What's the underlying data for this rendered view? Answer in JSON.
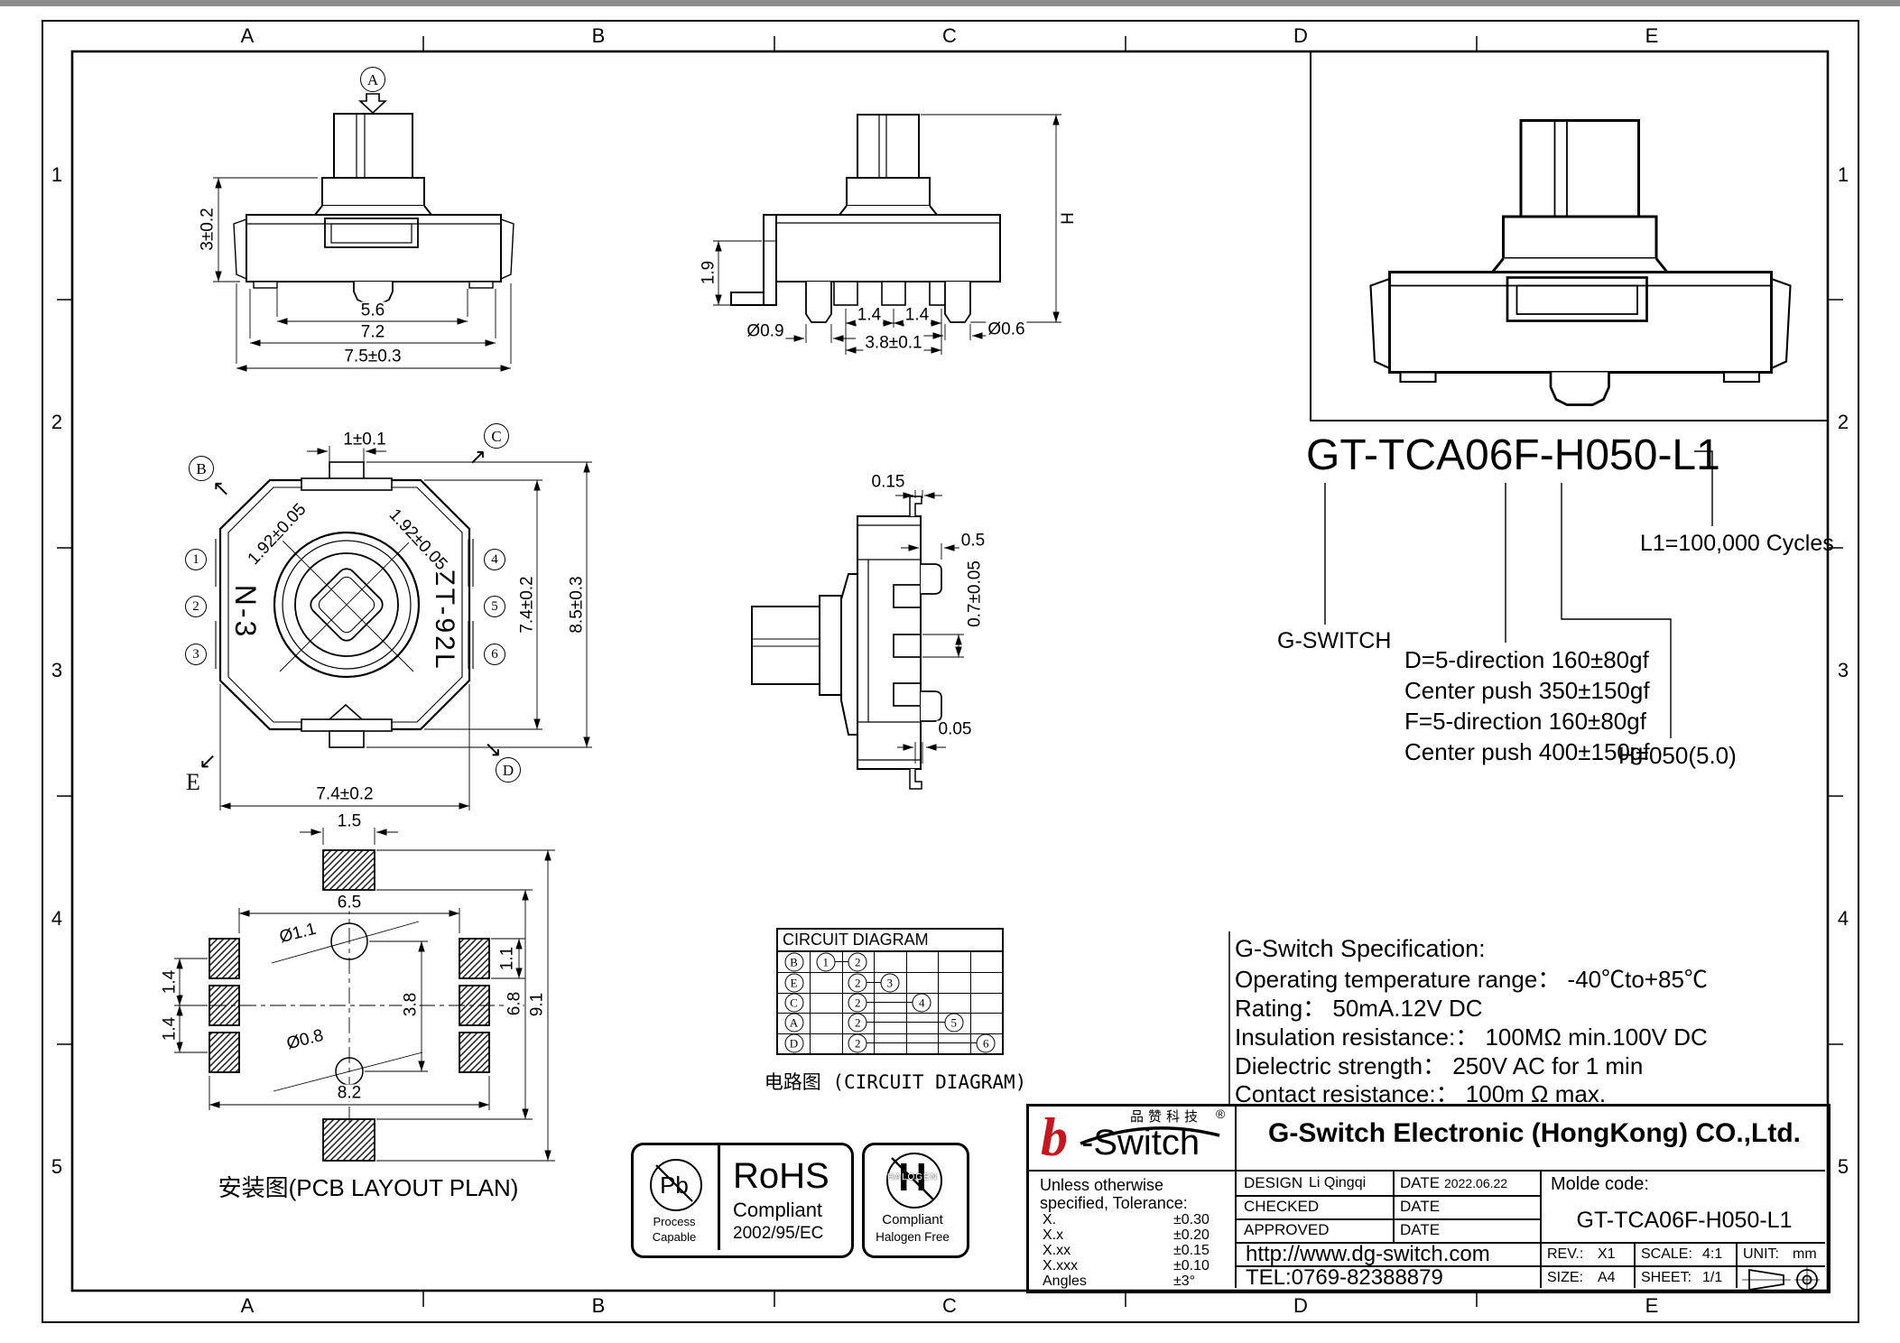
{
  "frame": {
    "cols": [
      "A",
      "B",
      "C",
      "D",
      "E"
    ],
    "rows": [
      "1",
      "2",
      "3",
      "4",
      "5"
    ]
  },
  "part_number": {
    "text": "GT-TCA06F-H050-L1",
    "brand_note": "G-SWITCH",
    "cycles_note": "L1=100,000 Cycles",
    "height_note": "H=050(5.0)",
    "force_notes": [
      "D=5-direction 160±80gf",
      "Center push 350±150gf",
      "F=5-direction 160±80gf",
      "Center push 400±150gf"
    ]
  },
  "views": {
    "front": {
      "view_label": "A",
      "dims": {
        "h": "3±0.2",
        "w1": "5.6",
        "w2": "7.2",
        "w3": "7.5±0.3"
      }
    },
    "side": {
      "dims": {
        "h1": "1.9",
        "d1": "Ø0.9",
        "p1": "1.4",
        "p2": "1.4",
        "w1": "3.8±0.1",
        "d2": "Ø0.6",
        "height": "H"
      }
    },
    "top": {
      "labels": {
        "b": "B",
        "c": "C",
        "d": "D",
        "e": "E"
      },
      "arrows": {
        "b": "↖",
        "c": "↗",
        "d": "↘",
        "e": "↙"
      },
      "pins_left": [
        "1",
        "2",
        "3"
      ],
      "pins_right": [
        "4",
        "5",
        "6"
      ],
      "marking_left": "N-3",
      "marking_right": "ZT-92L",
      "dims": {
        "t": "1±0.1",
        "diag1": "1.92±0.05",
        "diag2": "1.92±0.05",
        "r1": "7.4±0.2",
        "r2": "8.5±0.3",
        "b": "7.4±0.2"
      }
    },
    "section": {
      "dims": {
        "d1": "0.15",
        "d2": "0.5",
        "d3": "0.7±0.05",
        "d4": "0.05"
      }
    },
    "pcb": {
      "caption": "安装图(PCB LAYOUT  PLAN)",
      "dims": {
        "d1": "1.5",
        "d2": "6.5",
        "d3": "Ø1.1",
        "d4": "1.1",
        "d5": "1.4",
        "d6": "1.4",
        "d7": "3.8",
        "d8": "6.8",
        "d9": "9.1",
        "d10": "Ø0.8",
        "d11": "8.2"
      }
    }
  },
  "circuit": {
    "title": "CIRCUIT DIAGRAM",
    "caption": "电路图 (CIRCUIT DIAGRAM)",
    "rows": [
      {
        "t": "B",
        "a": "1",
        "b": "2"
      },
      {
        "t": "E",
        "a": "2",
        "b": "3"
      },
      {
        "t": "C",
        "a": "2",
        "b": "4"
      },
      {
        "t": "A",
        "a": "2",
        "b": "5"
      },
      {
        "t": "D",
        "a": "2",
        "b": "6"
      }
    ]
  },
  "specification": {
    "title": "G-Switch Specification:",
    "lines": [
      "Operating temperature range：  -40℃to+85℃",
      "Rating： 50mA.12V DC",
      "Insulation resistance:：  100MΩ min.100V DC",
      "Dielectric strength：  250V AC for 1 min",
      "Contact resistance:：  100m Ω max."
    ]
  },
  "compliance": {
    "pb": {
      "symbol": "Pb",
      "line1": "Process",
      "line2": "Capable"
    },
    "rohs": {
      "title": "RoHS",
      "line1": "Compliant",
      "line2": "2002/95/EC"
    },
    "halogen": {
      "symbol": "H",
      "watermark": "HALOGEN",
      "line1": "Compliant",
      "line2": "Halogen Free"
    }
  },
  "title_block": {
    "logo": {
      "chinese": "品赞科技",
      "b": "b",
      "switch": "-Switch",
      "reg": "®"
    },
    "company": "G-Switch Electronic (HongKong) CO.,Ltd.",
    "tolerance": {
      "header1": "Unless otherwise",
      "header2": "specified, Tolerance:",
      "rows": [
        [
          "X.",
          "±0.30"
        ],
        [
          "X.x",
          "±0.20"
        ],
        [
          "X.xx",
          "±0.15"
        ],
        [
          "X.xxx",
          "±0.10"
        ],
        [
          "Angles",
          "±3°"
        ]
      ]
    },
    "design_label": "DESIGN",
    "design_value": "Li Qingqi",
    "date_label": "DATE",
    "date_value": "2022.06.22",
    "checked_label": "CHECKED",
    "checked_date_label": "DATE",
    "approved_label": "APPROVED",
    "approved_date_label": "DATE",
    "website": "http://www.dg-switch.com",
    "tel": "TEL:0769-82388879",
    "molde_label": "Molde code:",
    "molde_value": "GT-TCA06F-H050-L1",
    "rev_label": "REV.:",
    "rev_value": "X1",
    "scale_label": "SCALE:",
    "scale_value": "4:1",
    "unit_label": "UNIT:",
    "unit_value": "mm",
    "size_label": "SIZE:",
    "size_value": "A4",
    "sheet_label": "SHEET:",
    "sheet_value": "1/1"
  }
}
